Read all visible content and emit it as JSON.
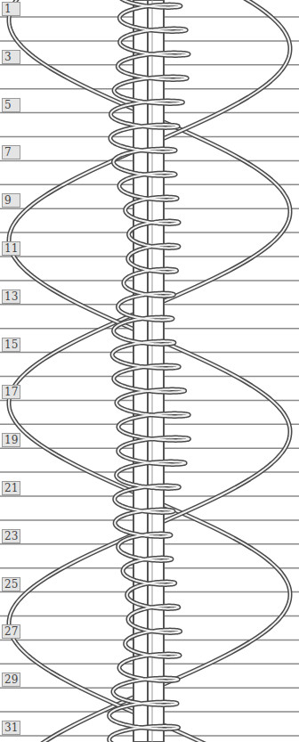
{
  "diagram": {
    "labels": [
      "1",
      "3",
      "5",
      "7",
      "9",
      "11",
      "13",
      "15",
      "17",
      "19",
      "21",
      "23",
      "25",
      "27",
      "29",
      "31"
    ]
  }
}
